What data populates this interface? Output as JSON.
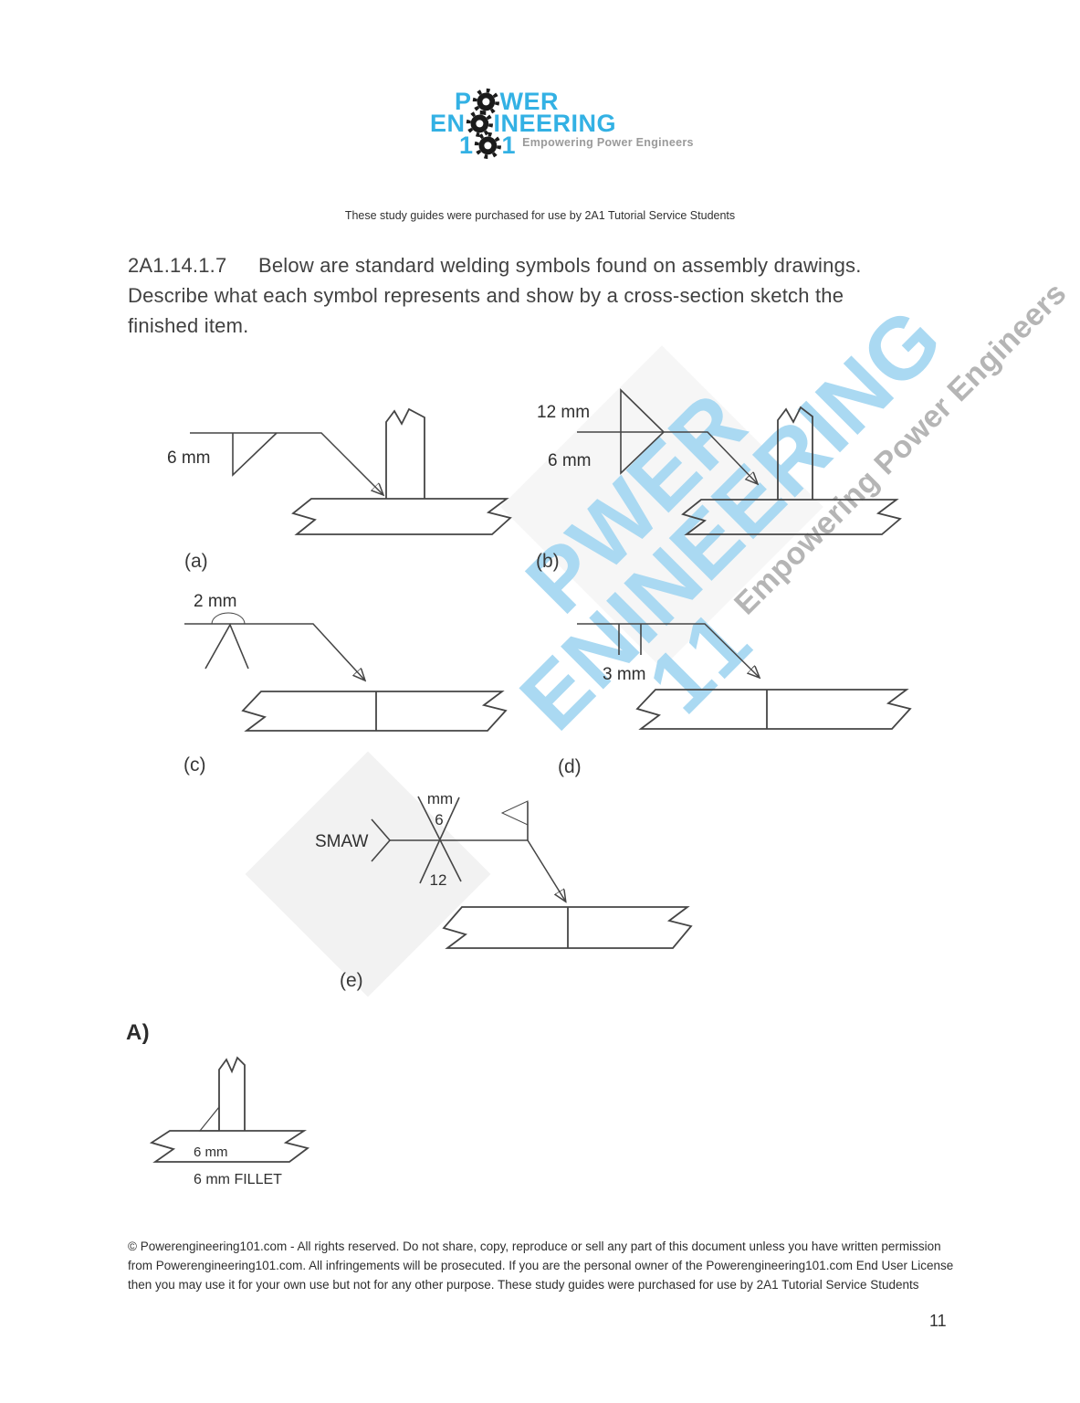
{
  "header": {
    "note": "These study guides were purchased for use by 2A1 Tutorial Service Students"
  },
  "logo": {
    "l1a": "P",
    "l1b": "WER",
    "l2a": "EN",
    "l2b": "INEERING",
    "l3a": "1",
    "l3b": "1",
    "tagline": "Empowering Power Engineers"
  },
  "question": {
    "number": "2A1.14.1.7",
    "text": "Below are standard welding symbols found on assembly drawings. Describe what each symbol represents and show by a cross-section sketch the finished item."
  },
  "figure": {
    "a": {
      "label": "(a)",
      "size": "6 mm"
    },
    "b": {
      "label": "(b)",
      "size_above": "12 mm",
      "size_below": "6 mm"
    },
    "c": {
      "label": "(c)",
      "size": "2 mm"
    },
    "d": {
      "label": "(d)",
      "size": "3 mm"
    },
    "e": {
      "label": "(e)",
      "process": "SMAW",
      "unit": "mm",
      "size_above": "6",
      "size_below": "12"
    }
  },
  "answer": {
    "label": "A)",
    "plate_size": "6 mm",
    "caption": "6 mm FILLET"
  },
  "footer": {
    "text": "© Powerengineering101.com - All rights reserved.  Do not share, copy, reproduce or sell any part of this document unless you have written permission from Powerengineering101.com.  All infringements will be prosecuted.  If you are the personal owner of the Powerengineering101.com  End User License then you may use it for your own use but not for any other purpose. These study guides were purchased for use by 2A1 Tutorial Service Students",
    "page_number": "11"
  },
  "colors": {
    "brand": "#33b1e4",
    "gear": "#1b1b1b",
    "tagline": "#9a9a9a",
    "wm_blue": "#aad9f2",
    "wm_gray": "#bfbfbf",
    "line": "#454545"
  }
}
